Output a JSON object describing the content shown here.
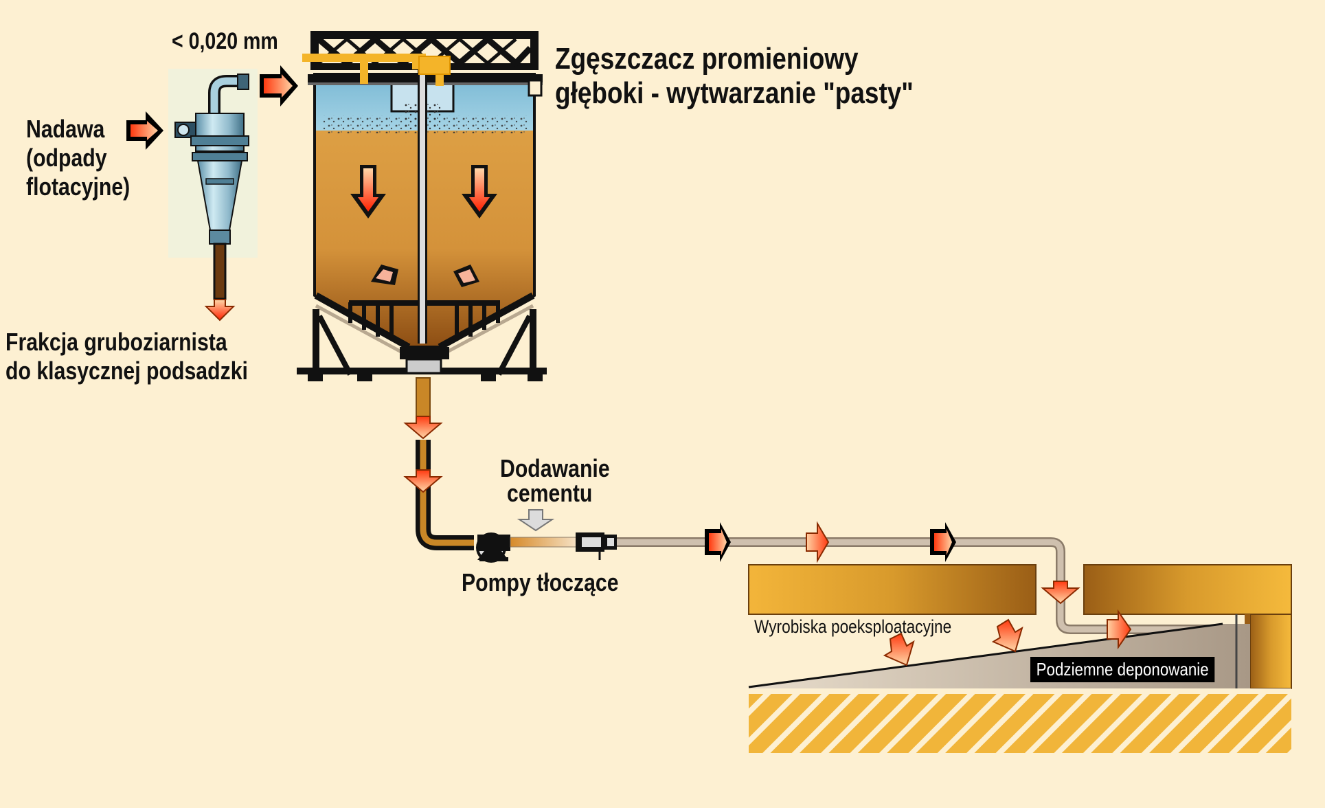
{
  "labels": {
    "fine_fraction": "< 0,020 mm",
    "thickener_line1": "Zgęszczacz promieniowy",
    "thickener_line2": "głęboki - wytwarzanie \"pasty\"",
    "feed_line1": "Nadawa",
    "feed_line2": "(odpady",
    "feed_line3": "flotacyjne)",
    "coarse_line1": "Frakcja gruboziarnista",
    "coarse_line2": "do klasycznej podsadzki",
    "cement_line1": "Dodawanie",
    "cement_line2": "cementu",
    "pumps": "Pompy tłoczące",
    "mined_out": "Wyrobiska poeksploatacyjne",
    "underground": "Podziemne deponowanie"
  },
  "icons": [
    "hydrocyclone-icon",
    "thickener-tank-icon",
    "pump-icon",
    "mixer-icon",
    "flow-arrow-icon",
    "cement-arrow-icon"
  ],
  "colors": {
    "background": "#fdf0d2",
    "slurry_orange": "#d9963a",
    "clear_water": "#8fc7de",
    "arrow_gradient_start": "#ff2a00",
    "arrow_gradient_end": "#ffd0a0",
    "rock_fill": "#e0a030",
    "pipe_gray": "#c8b9a6",
    "paste_fill": "#b8aa98",
    "steel_black": "#111111"
  }
}
